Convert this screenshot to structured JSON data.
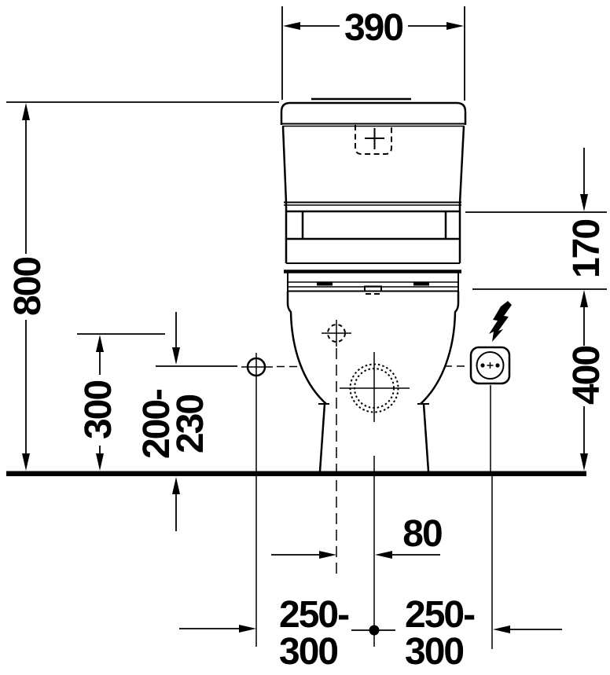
{
  "dimensions": {
    "top_width": "390",
    "overall_height": "800",
    "supply_height": "300",
    "supply_height_range_line1": "200-",
    "supply_height_range_line2": "230",
    "tank_band_height": "170",
    "bowl_height": "400",
    "outlet_center_offset": "80",
    "left_offset_line1": "250-",
    "left_offset_line2": "300",
    "right_offset_line1": "250-",
    "right_offset_line2": "300"
  },
  "icons": {
    "electricity": "lightning-bolt-icon",
    "power_socket": "power-socket-icon",
    "water_supply": "crosshair-circle-icon",
    "alt_supply": "dashed-crosshair-icon",
    "drain": "dotted-double-circle-icon"
  },
  "colors": {
    "line": "#000000",
    "background": "#ffffff"
  }
}
